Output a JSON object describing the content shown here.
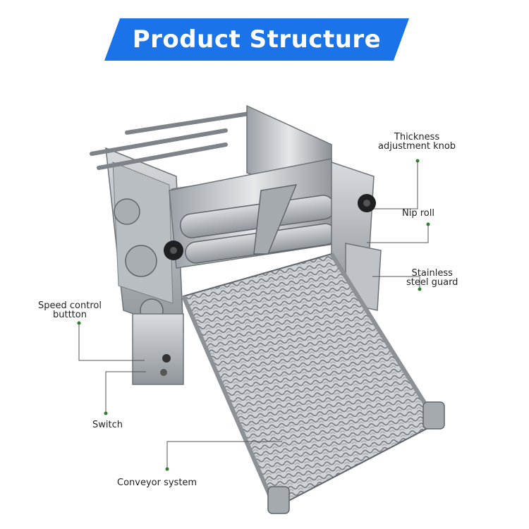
{
  "title": "Product Structure",
  "colors": {
    "banner": "#1a73e8",
    "leader_line": "#555555",
    "dot": "#2e7d32"
  },
  "labels": {
    "thickness_knob": {
      "line1": "Thickness",
      "line2": "adjustment knob"
    },
    "nip_roll": "Nip roll",
    "guard": {
      "line1": "Stainless",
      "line2": "steel guard"
    },
    "speed_control": {
      "line1": "Speed control",
      "line2": "buttton"
    },
    "switch": "Switch",
    "conveyor": "Conveyor system"
  }
}
